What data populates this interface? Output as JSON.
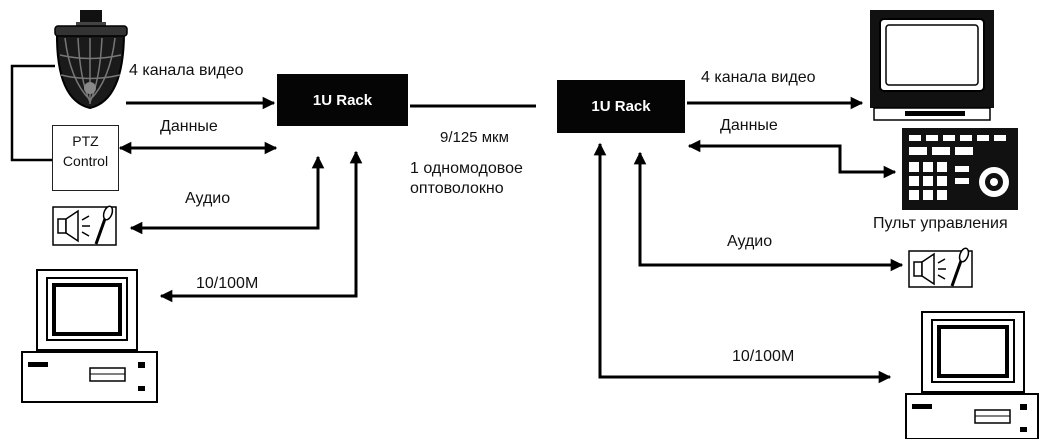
{
  "left": {
    "rack_label": "1U Rack",
    "video_label": "4 канала видео",
    "data_label": "Данные",
    "audio_label": "Аудио",
    "network_label": "10/100M",
    "ptz_line1": "PTZ",
    "ptz_line2": "Control"
  },
  "link": {
    "fiber_spec": "9/125 мкм",
    "fiber_line1": "1 одномодовое",
    "fiber_line2": "оптоволокно"
  },
  "right": {
    "rack_label": "1U Rack",
    "video_label": "4 канала видео",
    "data_label": "Данные",
    "audio_label": "Аудио",
    "network_label": "10/100M",
    "console_label": "Пульт управления"
  },
  "icons": [
    "dome-camera-icon",
    "speaker-microphone-icon",
    "desktop-computer-icon",
    "crt-monitor-icon",
    "control-keyboard-icon"
  ],
  "colors": {
    "line": "#000000",
    "rack_fill": "#050505",
    "rack_text": "#ffffff"
  }
}
